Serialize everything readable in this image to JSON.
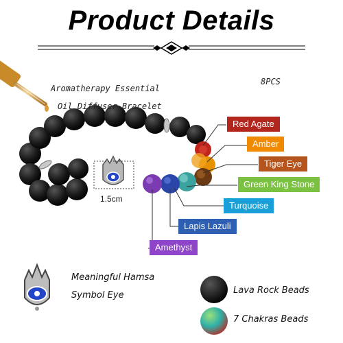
{
  "header": {
    "title": "Product Details"
  },
  "notes": {
    "quantity": "8PCS",
    "product_line1": "Aromatherapy Essential",
    "product_line2": "Oil Diffuser Bracelet",
    "dimension": "1.5cm"
  },
  "stone_labels": [
    {
      "label": "Red Agate",
      "color": "#b3261e"
    },
    {
      "label": "Amber",
      "color": "#f08a00"
    },
    {
      "label": "Tiger Eye",
      "color": "#b5541d"
    },
    {
      "label": "Green King Stone",
      "color": "#7cc242"
    },
    {
      "label": "Turquoise",
      "color": "#1aa0d8"
    },
    {
      "label": "Lapis Lazuli",
      "color": "#2f5fb3"
    },
    {
      "label": "Amethyst",
      "color": "#8e45c9"
    }
  ],
  "legend": {
    "hamsa_line1": "Meaningful Hamsa",
    "hamsa_line2": "Symbol Eye",
    "lava": "Lava Rock Beads",
    "chakra": "7 Chakras Beads"
  }
}
